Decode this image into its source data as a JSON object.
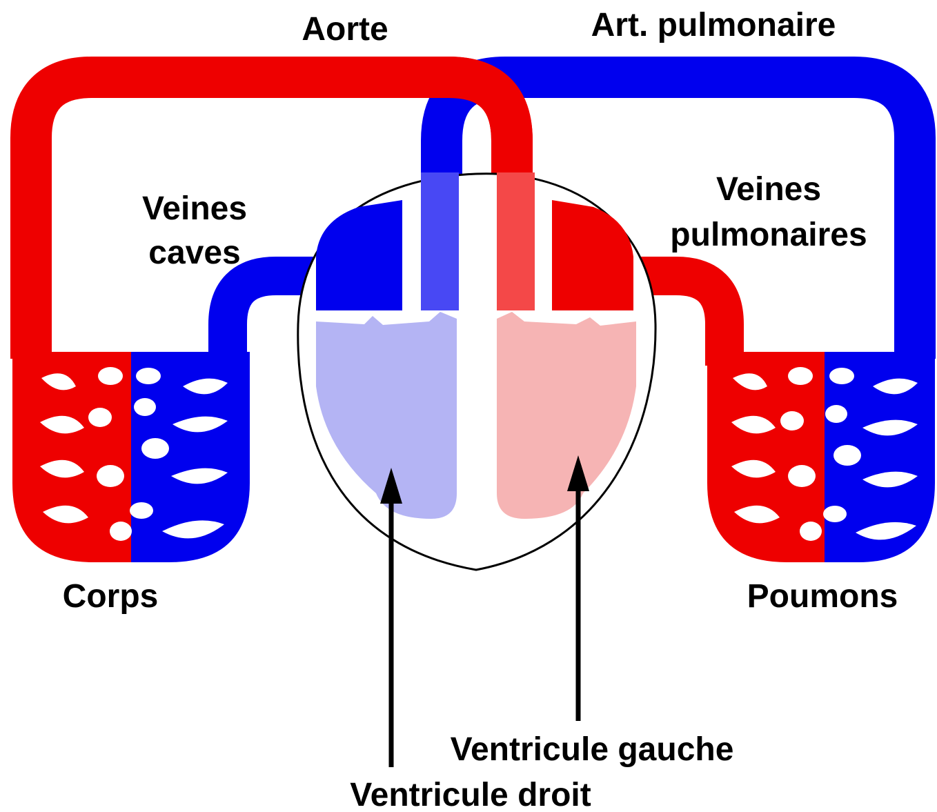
{
  "labels": {
    "aorta": "Aorte",
    "pulmonary_artery": "Art. pulmonaire",
    "vena_cava_line1": "Veines",
    "vena_cava_line2": "caves",
    "pulmonary_veins_line1": "Veines",
    "pulmonary_veins_line2": "pulmonaires",
    "body": "Corps",
    "lungs": "Poumons",
    "left_ventricle": "Ventricule gauche",
    "right_ventricle": "Ventricule droit"
  },
  "colors": {
    "oxygenated": "#ee0000",
    "deoxygenated": "#0000ee",
    "right_ventricle_fill": "#b4b4f4",
    "left_ventricle_fill": "#f6b4b4",
    "outline": "#000000",
    "background": "#ffffff"
  }
}
